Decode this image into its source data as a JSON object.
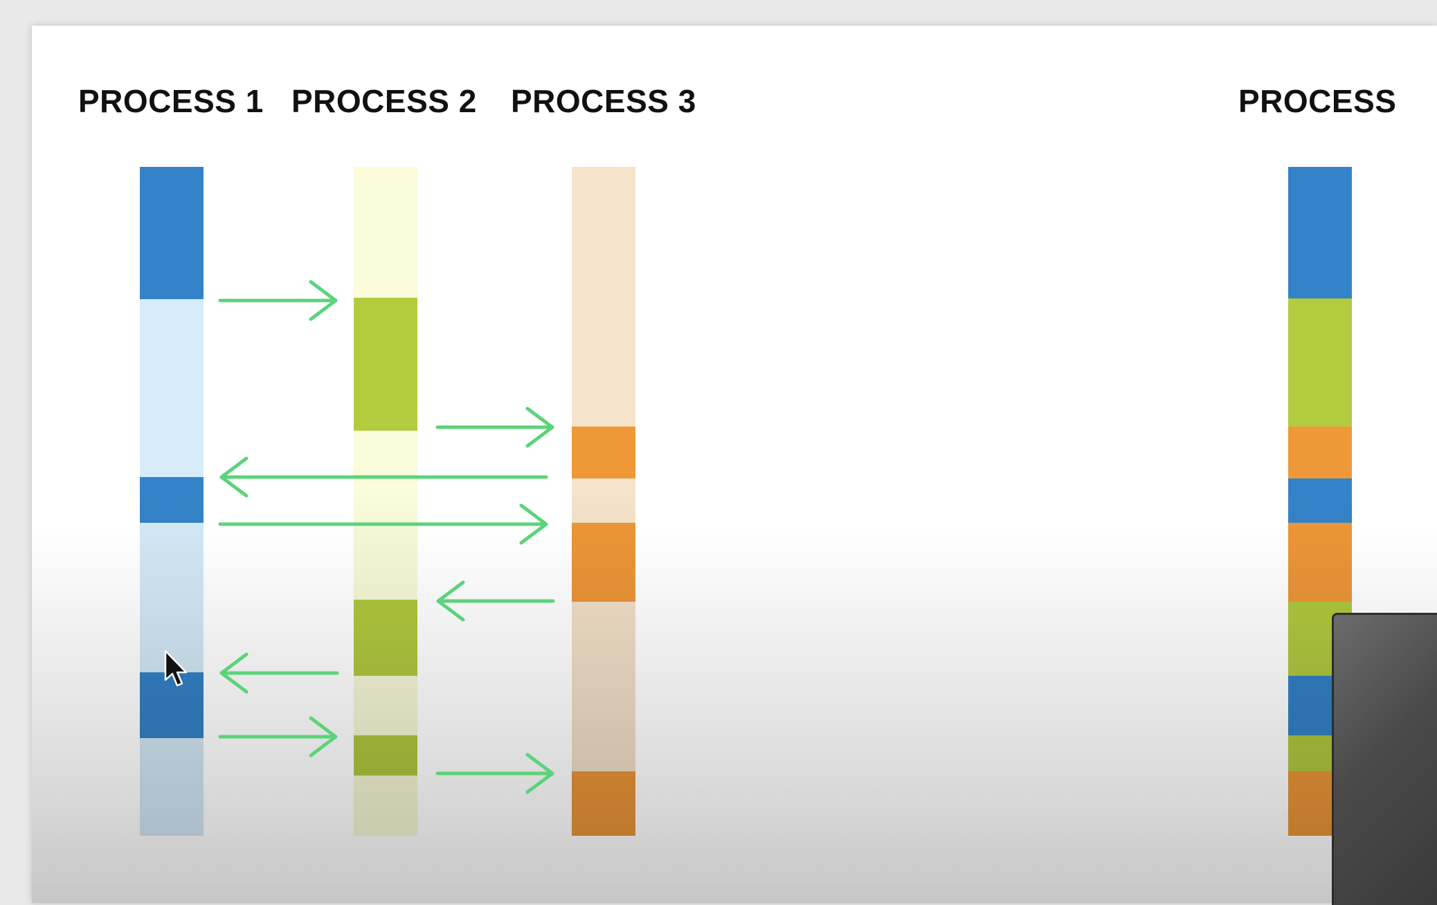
{
  "diagram": {
    "labels": {
      "process_1": "PROCESS 1",
      "process_2": "PROCESS 2",
      "process_3": "PROCESS 3",
      "process_combined": "PROCESS"
    },
    "colors": {
      "process_1_active": "#3483c9",
      "process_1_idle": "#d6ecfa",
      "process_2_active": "#b3cb3f",
      "process_2_idle": "#fbfcd9",
      "process_3_active": "#ef9838",
      "process_3_idle": "#f6e3cb",
      "arrow": "#5bd37a"
    },
    "timeline_sequence": [
      "process_1",
      "process_2",
      "process_3",
      "process_1",
      "process_3",
      "process_2",
      "process_1",
      "process_2",
      "process_3"
    ],
    "arrows": [
      {
        "from": "process_1",
        "to": "process_2"
      },
      {
        "from": "process_2",
        "to": "process_3"
      },
      {
        "from": "process_3",
        "to": "process_1"
      },
      {
        "from": "process_1",
        "to": "process_3"
      },
      {
        "from": "process_3",
        "to": "process_2"
      },
      {
        "from": "process_2",
        "to": "process_1"
      },
      {
        "from": "process_1",
        "to": "process_2"
      },
      {
        "from": "process_2",
        "to": "process_3"
      }
    ]
  }
}
